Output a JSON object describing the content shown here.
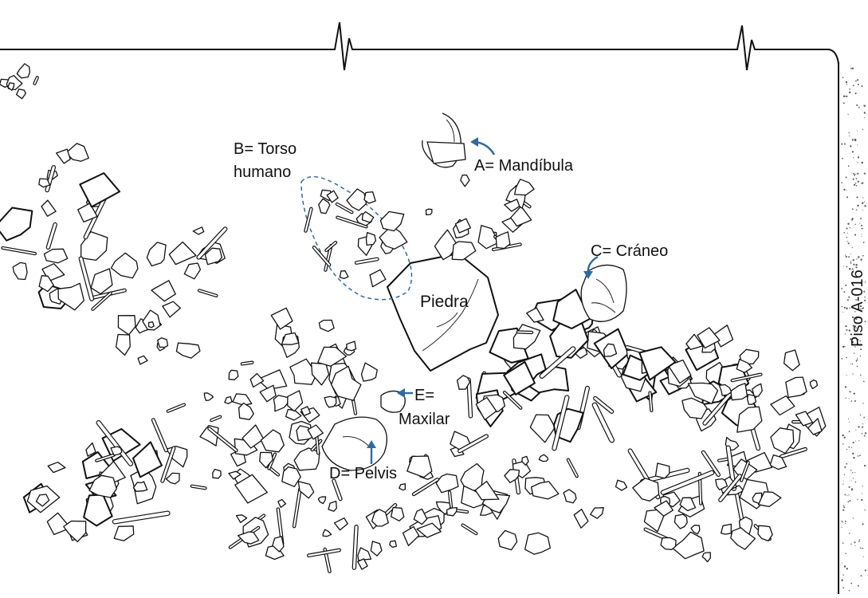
{
  "diagram": {
    "side_label": "Piso A-016",
    "stone_label": "Piedra",
    "annotations": [
      {
        "id": "A",
        "text": "A= Mandíbula"
      },
      {
        "id": "B",
        "line1": "B= Torso",
        "line2": "humano"
      },
      {
        "id": "C",
        "text": "C= Cráneo"
      },
      {
        "id": "D",
        "text": "D= Pelvis"
      },
      {
        "id": "E",
        "line1": "E=",
        "line2": "Maxilar"
      }
    ],
    "colors": {
      "arrow": "#2e6aa1",
      "ink": "#111111",
      "sediment_dots": "#555555"
    }
  }
}
